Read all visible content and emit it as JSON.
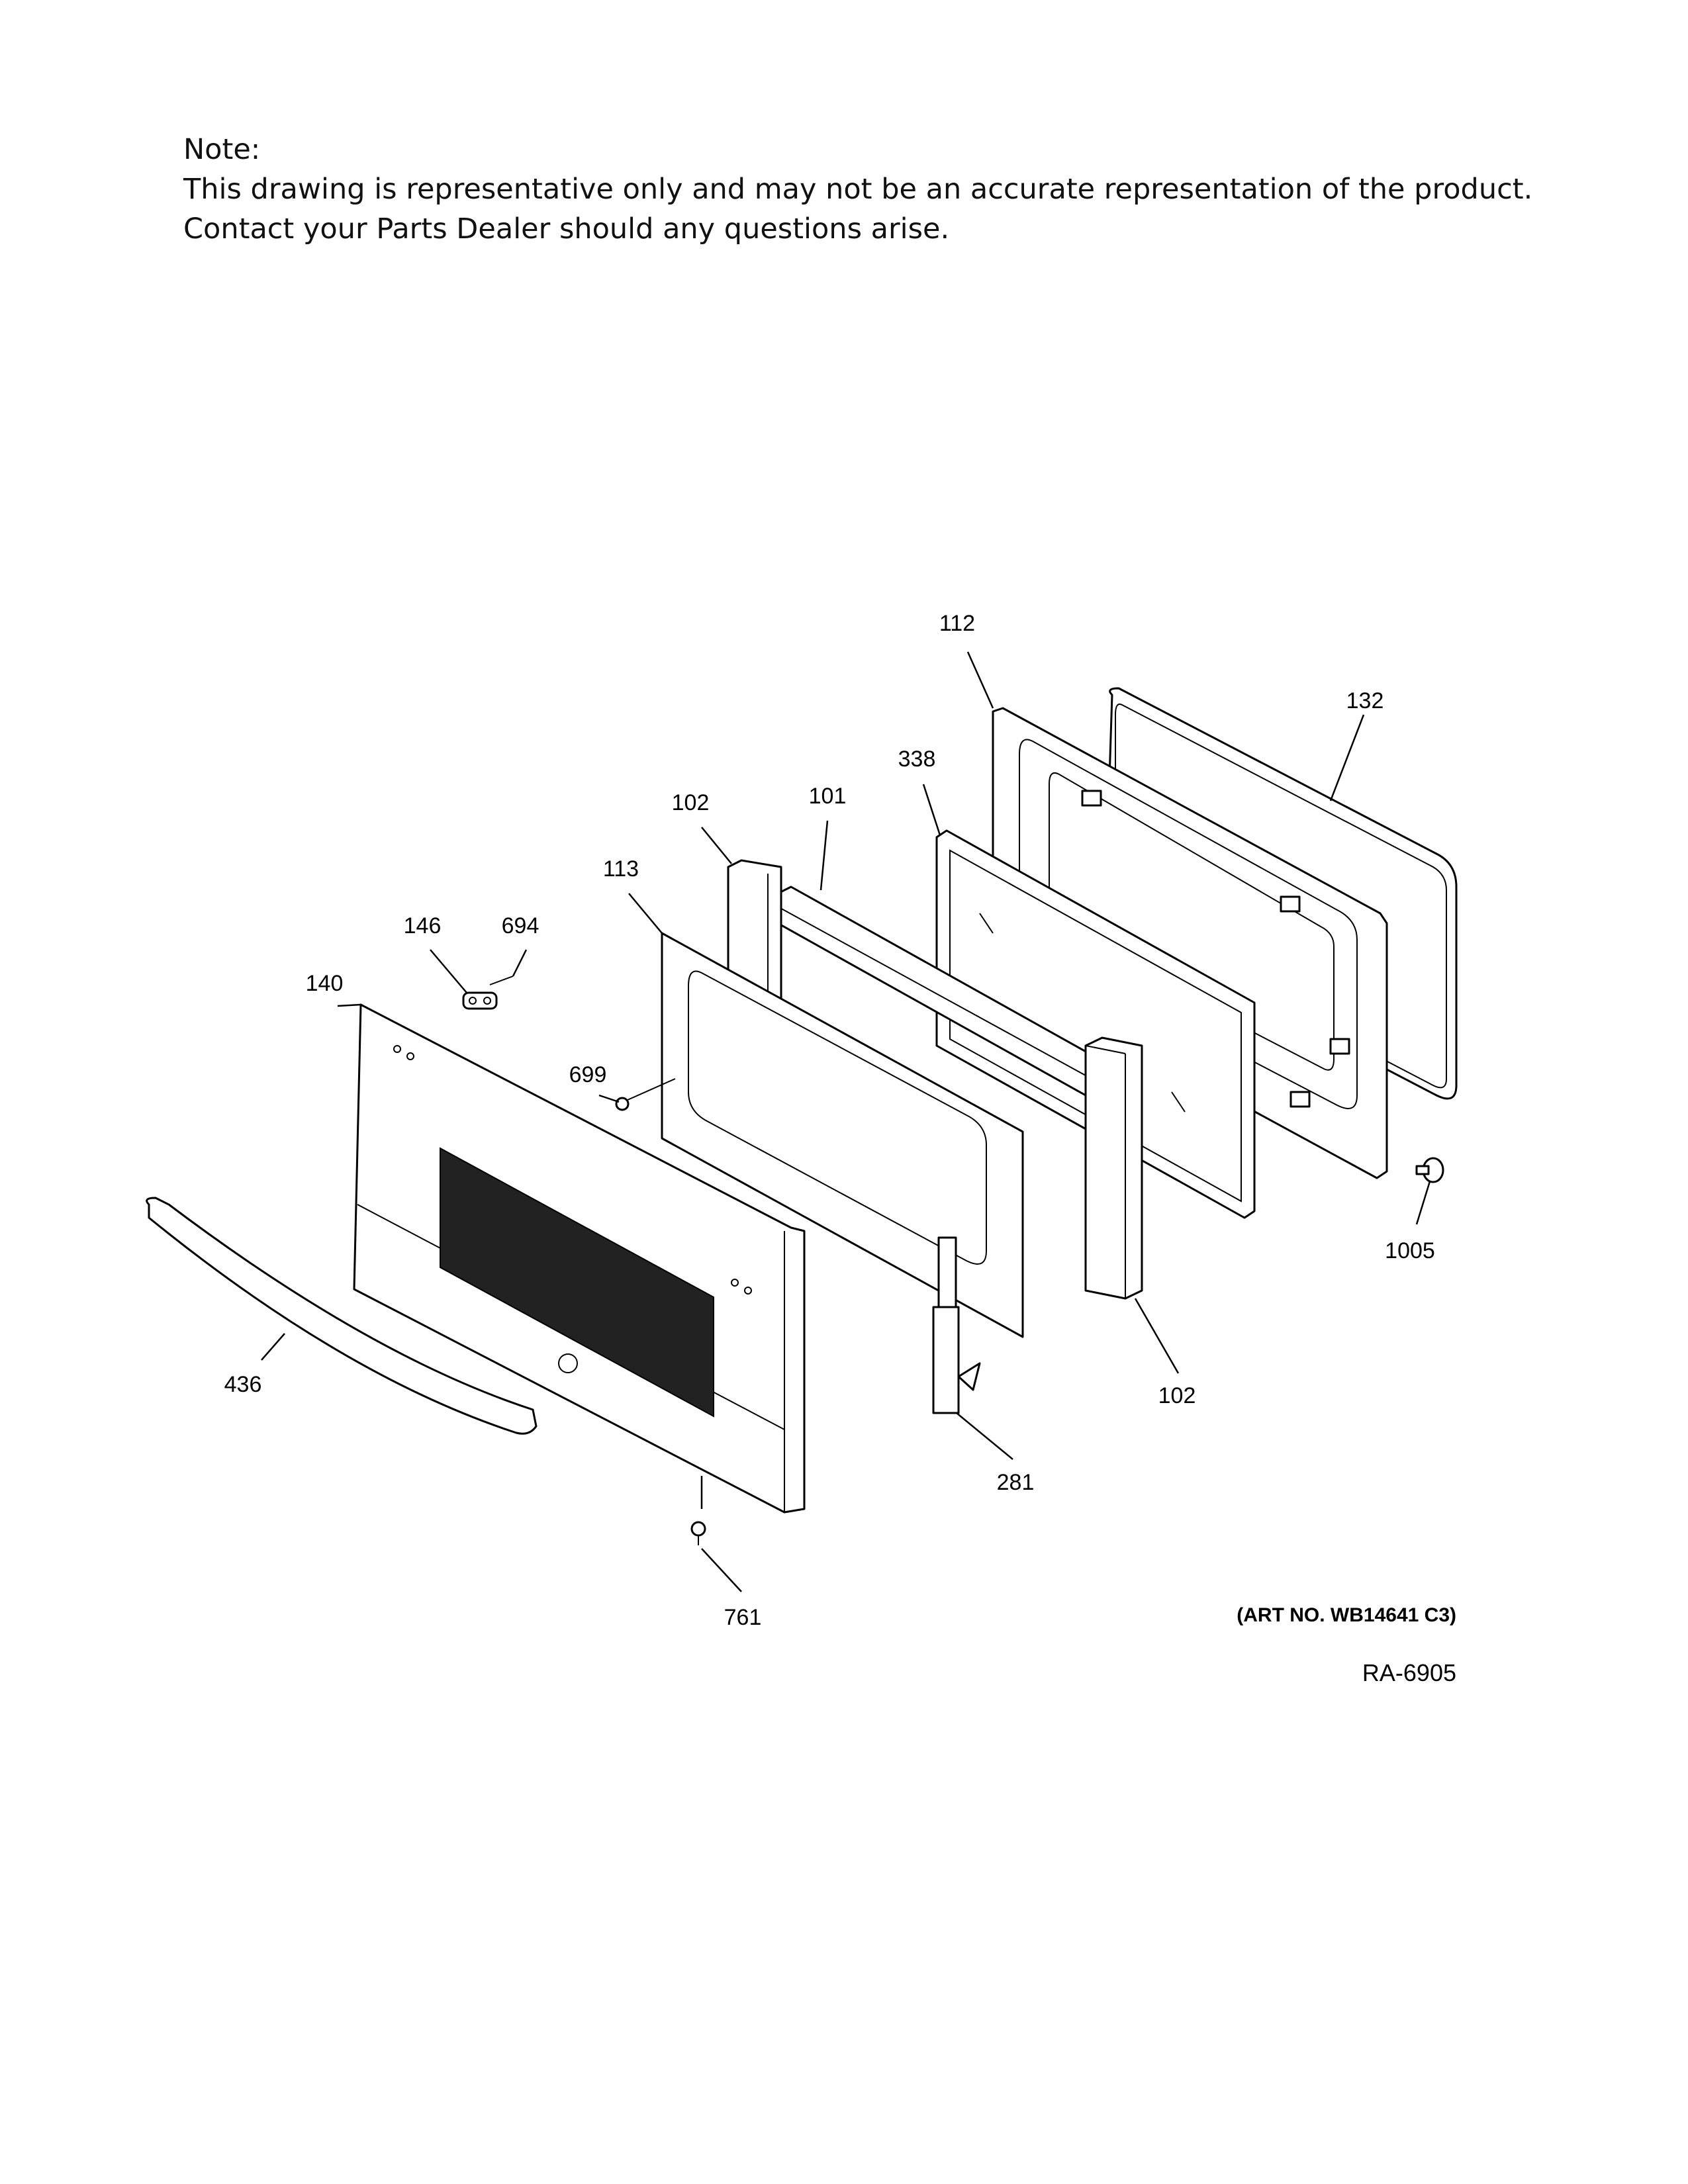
{
  "note": {
    "heading": "Note:",
    "line1": "This drawing is representative only and may not be an accurate representation of the product.",
    "line2": "Contact your Parts Dealer should any questions arise."
  },
  "callouts": {
    "door_frame_inner": "112",
    "gasket": "132",
    "glass_assembly": "338",
    "insulation_top": "101",
    "insulation_left": "102",
    "inner_panel": "113",
    "bracket": "146",
    "pin": "694",
    "outer_door_panel": "140",
    "screw_panel": "699",
    "gasket_clip": "1005",
    "insulation_right": "102",
    "handle": "436",
    "hinge": "281",
    "screw_bottom": "761"
  },
  "art_number": "(ART NO. WB14641 C3)",
  "ref_code": "RA-6905"
}
